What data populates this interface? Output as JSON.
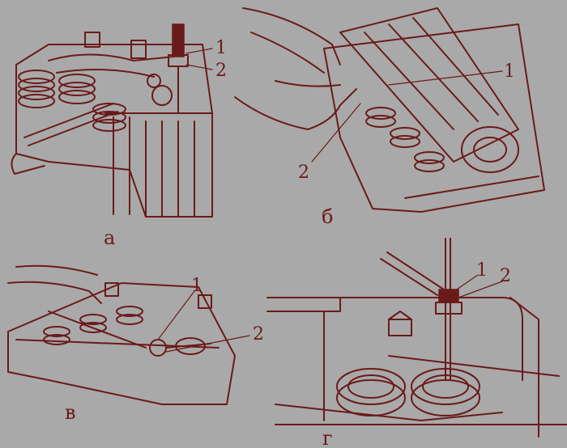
{
  "panels": [
    {
      "id": "a",
      "caption": "а",
      "callouts": [
        "1",
        "2"
      ]
    },
    {
      "id": "b",
      "caption": "б",
      "callouts": [
        "1",
        "2"
      ]
    },
    {
      "id": "v",
      "caption": "в",
      "callouts": [
        "1",
        "2"
      ]
    },
    {
      "id": "g",
      "caption": "г",
      "callouts": [
        "1",
        "2"
      ]
    }
  ],
  "colors": {
    "background": "#a9a9a9",
    "ink": "#6b1a1a"
  }
}
